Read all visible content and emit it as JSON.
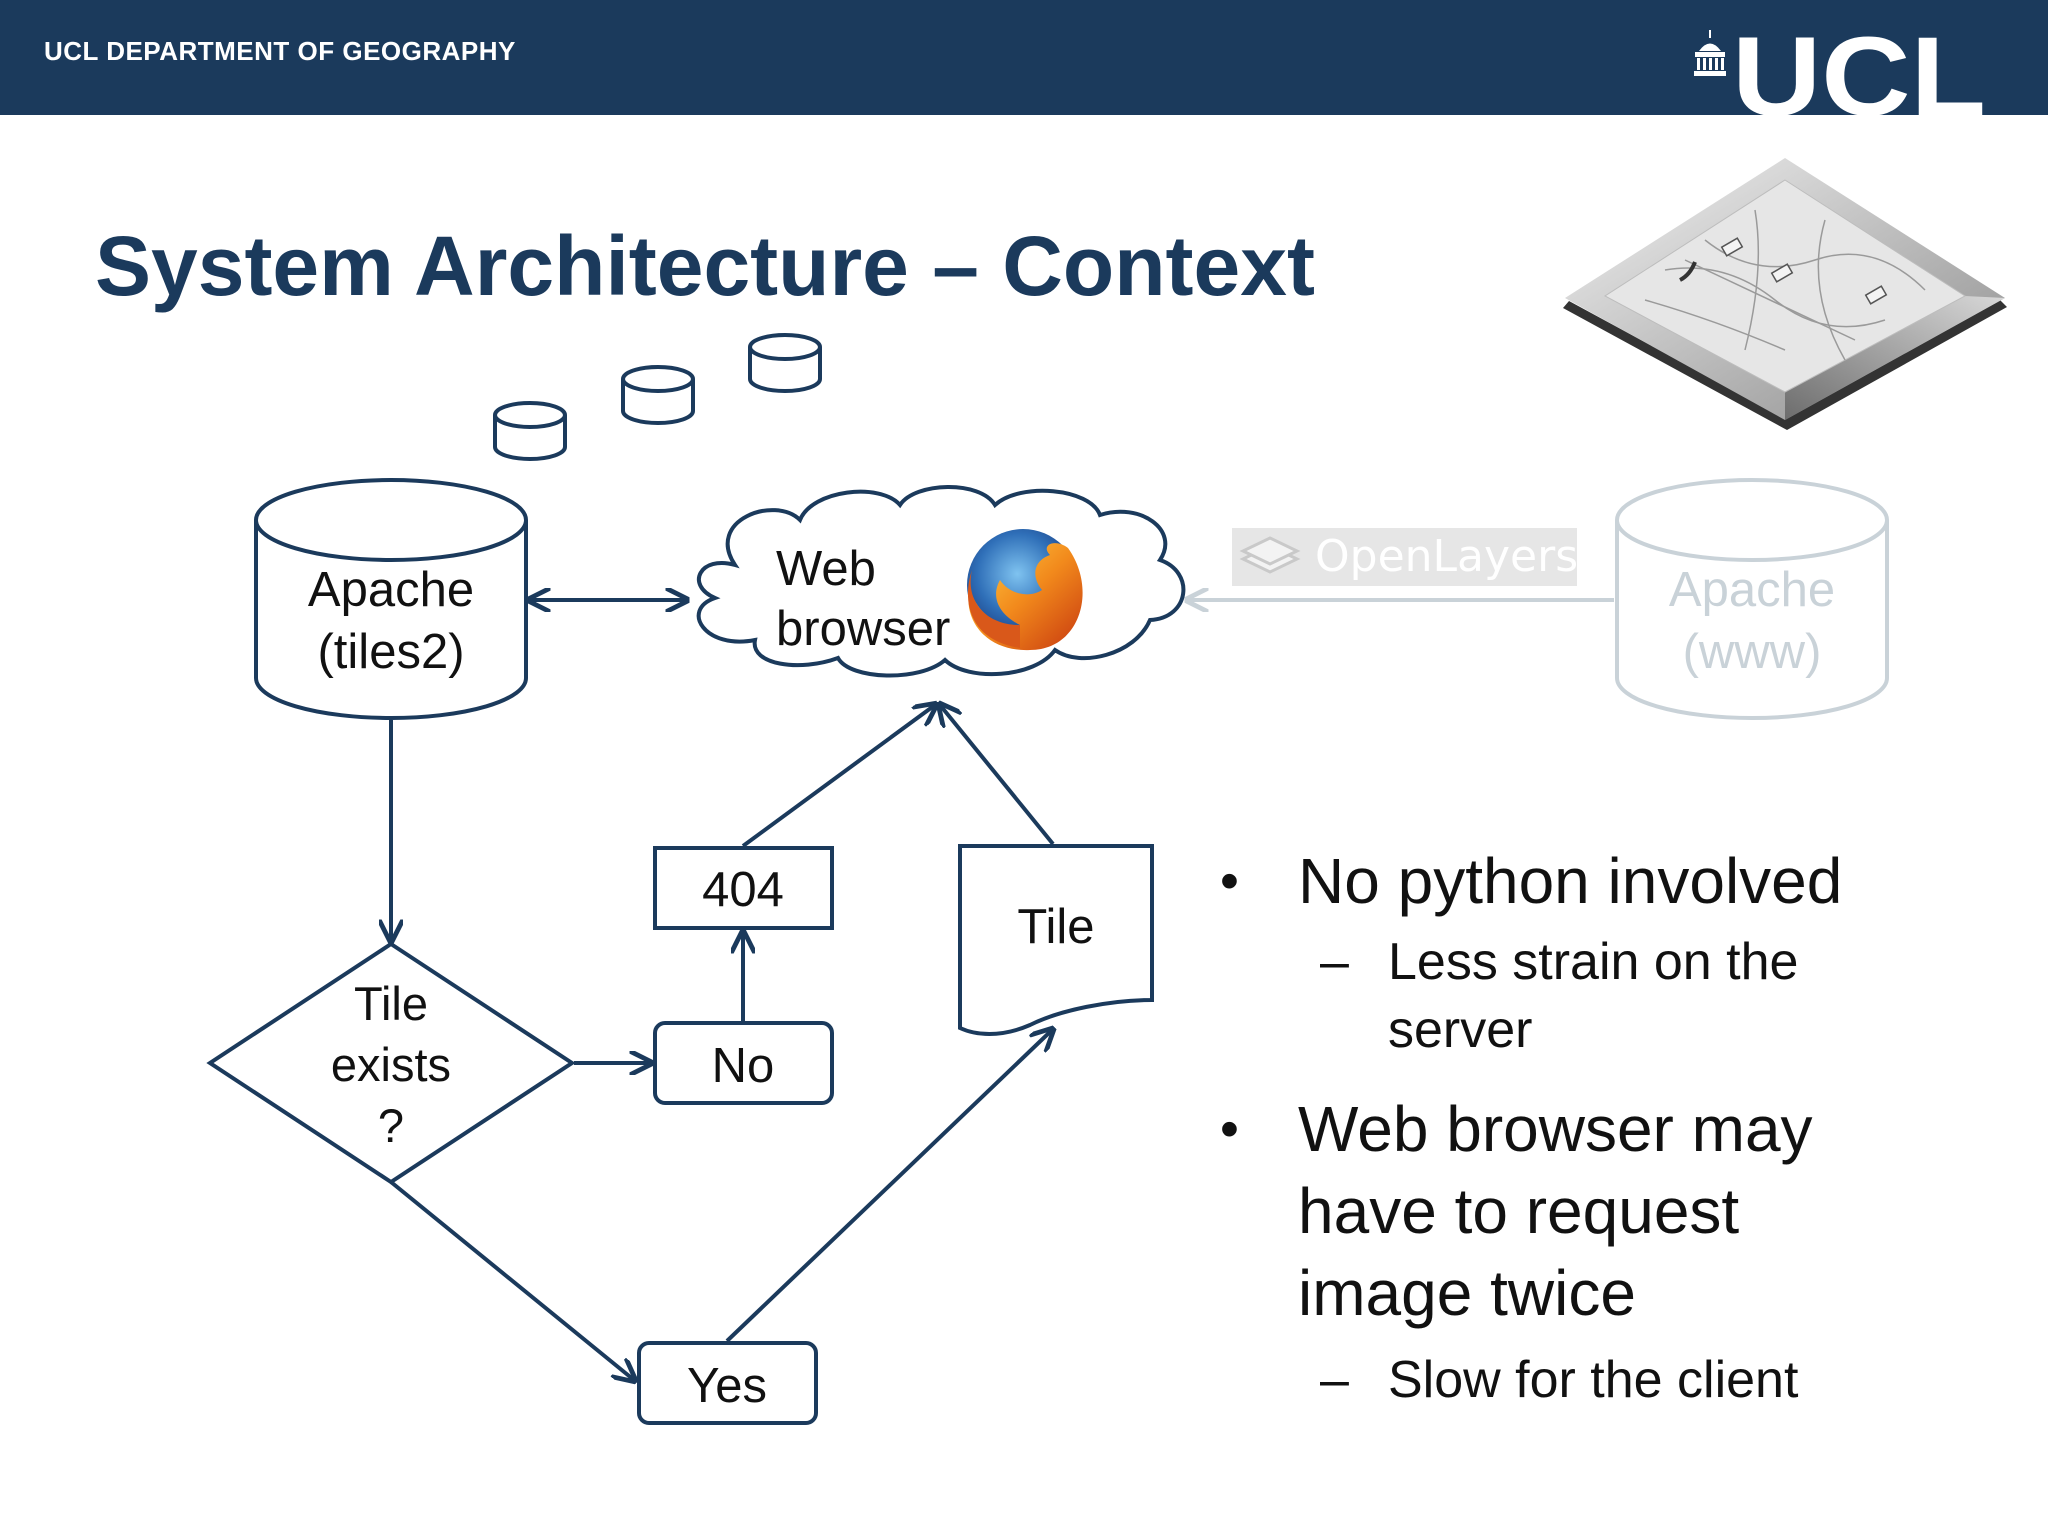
{
  "header": {
    "department": "UCL DEPARTMENT OF GEOGRAPHY",
    "logo_text": "UCL",
    "background_color": "#1b3a5c"
  },
  "slide": {
    "title": "System Architecture – Context",
    "title_color": "#1b3a5c"
  },
  "diagram": {
    "stroke_color": "#1b3a5c",
    "faded_color": "#c9d2d8",
    "nodes": {
      "apache_tiles": [
        "Apache",
        "(tiles2)"
      ],
      "web_browser": [
        "Web",
        "browser"
      ],
      "decision": [
        "Tile",
        "exists",
        "?"
      ],
      "no": "No",
      "not_found": "404",
      "yes": "Yes",
      "tile": "Tile",
      "openlayers": "OpenLayers",
      "apache_www": [
        "Apache",
        "(www)"
      ]
    },
    "icons": [
      "database-icon",
      "firefox-icon",
      "openlayers-icon",
      "map-tile-icon",
      "ucl-portico-icon"
    ]
  },
  "bullets": [
    {
      "text": "No python involved",
      "marker": "•",
      "sub": [
        {
          "marker": "–",
          "lines": [
            "Less strain on the",
            "server"
          ]
        }
      ]
    },
    {
      "text_lines": [
        "Web browser may",
        "have to request",
        "image twice"
      ],
      "marker": "•",
      "sub": [
        {
          "marker": "–",
          "lines": [
            "Slow for the client"
          ]
        }
      ]
    }
  ]
}
